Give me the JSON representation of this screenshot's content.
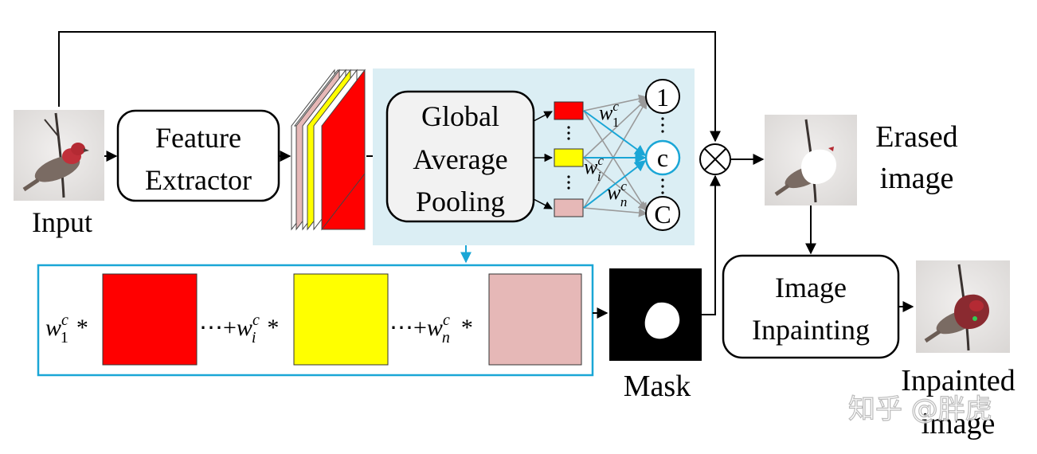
{
  "labels": {
    "input": "Input",
    "feature_extractor_line1": "Feature",
    "feature_extractor_line2": "Extractor",
    "gap_line1": "Global",
    "gap_line2": "Average",
    "gap_line3": "Pooling",
    "class_first": "1",
    "class_mid": "c",
    "class_last": "C",
    "erased_line1": "Erased",
    "erased_line2": "image",
    "inpainting_line1": "Image",
    "inpainting_line2": "Inpainting",
    "mask": "Mask",
    "inpainted_line1": "Inpainted",
    "inpainted_line2": "image"
  },
  "weights": {
    "w1": {
      "base": "w",
      "sup": "c",
      "sub": "1"
    },
    "wi": {
      "base": "w",
      "sup": "c",
      "sub": "i"
    },
    "wn": {
      "base": "w",
      "sup": "c",
      "sub": "n"
    }
  },
  "formula": {
    "mul": "*",
    "plus_i": "⋯+",
    "plus_n": "⋯+"
  },
  "watermark": "知乎 @胖虎",
  "colors": {
    "red": "#ff0000",
    "yellow": "#ffff00",
    "pink": "#e6b8b7",
    "panel_bg": "#dbeef4",
    "cyan_accent": "#1aa6d6",
    "gray_line": "#9a9a9a",
    "line": "#000000"
  }
}
